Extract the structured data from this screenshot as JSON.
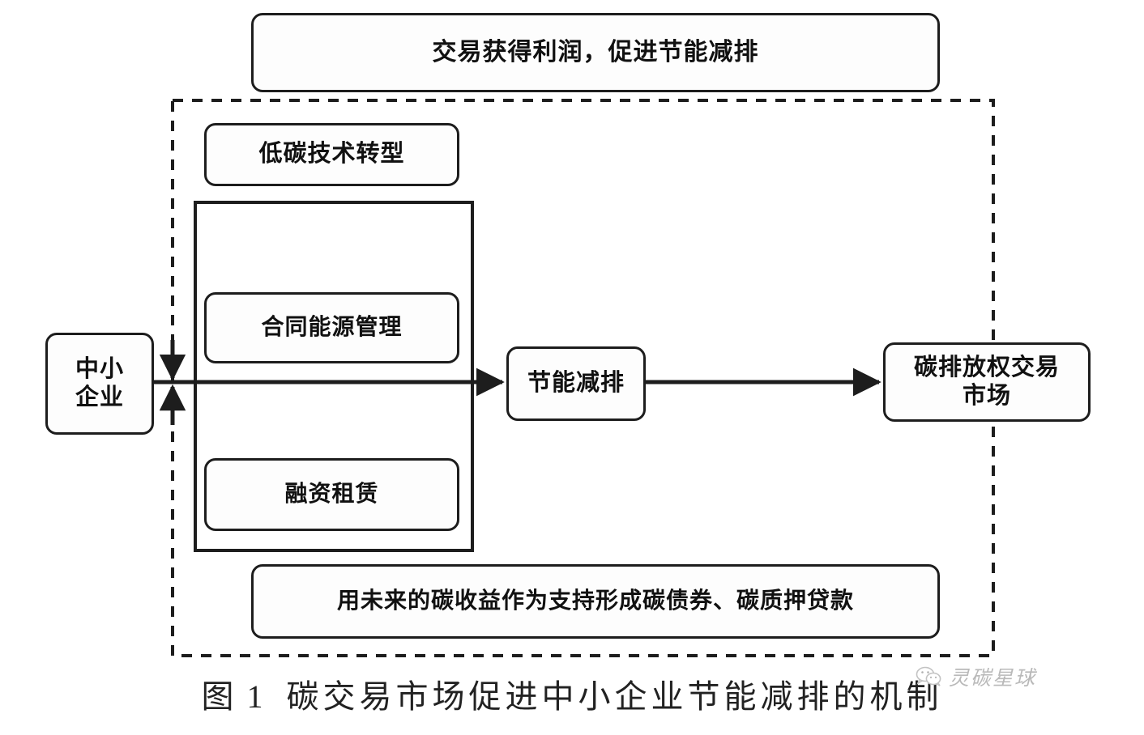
{
  "figure": {
    "caption_number": "图 1",
    "caption_text": "碳交易市场促进中小企业节能减排的机制"
  },
  "nodes": {
    "profit": {
      "label": "交易获得利润，促进节能减排"
    },
    "low_carbon_transition": {
      "label": "低碳技术转型"
    },
    "energy_management_contract": {
      "label": "合同能源管理"
    },
    "financial_leasing": {
      "label": "融资租赁"
    },
    "sme": {
      "line1": "中小",
      "line2": "企业"
    },
    "energy_saving": {
      "label": "节能减排"
    },
    "carbon_market": {
      "line1": "碳排放权交易",
      "line2": "市场"
    },
    "carbon_finance": {
      "label": "用未来的碳收益作为支持形成碳债券、碳质押贷款"
    }
  },
  "containers": {
    "dashed_boundary": {
      "name": "碳交易市场边界"
    },
    "solid_group": {
      "name": "融资支持手段组"
    }
  },
  "connectors": [
    {
      "name": "sme-to-energy-saving",
      "style": "solid-arrow",
      "direction": "right"
    },
    {
      "name": "energy-saving-to-carbon-market",
      "style": "solid-arrow",
      "direction": "right"
    },
    {
      "name": "boundary-down-arrow",
      "style": "dashed-arrow",
      "direction": "down"
    },
    {
      "name": "boundary-up-arrow",
      "style": "dashed-arrow",
      "direction": "up"
    }
  ],
  "watermark": {
    "text": "灵碳星球",
    "icon": "wechat-icon",
    "color": "#b9b9b9"
  },
  "colors": {
    "stroke": "#1d1d1d",
    "background": "#ffffff",
    "text": "#111111",
    "caption": "#222222"
  }
}
